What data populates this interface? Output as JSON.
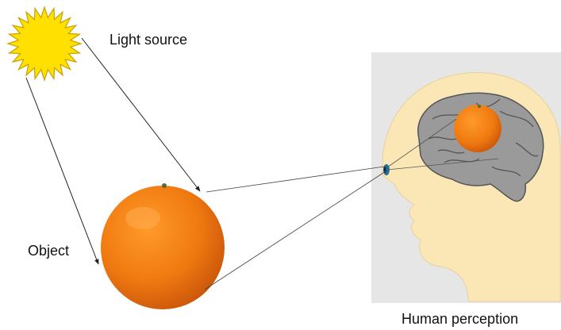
{
  "labels": {
    "light_source": "Light source",
    "object": "Object",
    "human_perception": "Human perception"
  },
  "colors": {
    "sun_fill": "#ffe000",
    "sun_stroke": "#c8a000",
    "orange": "#f07a10",
    "orange_dark": "#c4500a",
    "head_bg": "#e6e6e6",
    "skin": "#fae7b5",
    "brain": "#9a9a9a",
    "brain_stroke": "#555555",
    "eye": "#1f6e9e"
  },
  "icons": [
    "sun-icon",
    "orange-fruit",
    "human-head",
    "brain-icon",
    "eye-icon"
  ]
}
